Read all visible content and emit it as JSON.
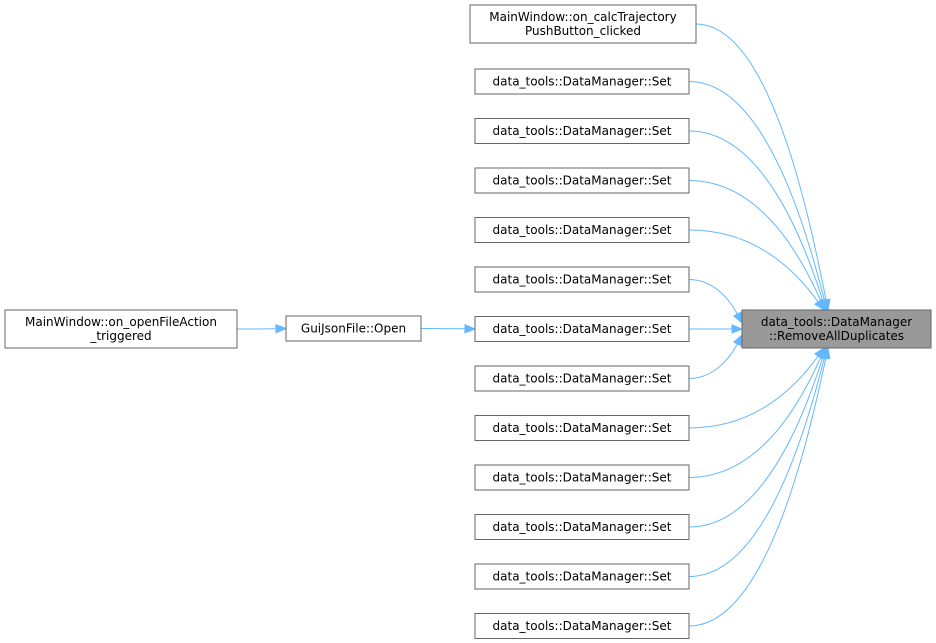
{
  "diagram": {
    "nodes": [
      {
        "id": "on_open",
        "lines": [
          "MainWindow::on_openFileAction",
          "_triggered"
        ]
      },
      {
        "id": "gui_open",
        "lines": [
          "GuiJsonFile::Open"
        ]
      },
      {
        "id": "calc",
        "lines": [
          "MainWindow::on_calcTrajectory",
          "PushButton_clicked"
        ]
      },
      {
        "id": "set1",
        "lines": [
          "data_tools::DataManager::Set"
        ]
      },
      {
        "id": "set2",
        "lines": [
          "data_tools::DataManager::Set"
        ]
      },
      {
        "id": "set3",
        "lines": [
          "data_tools::DataManager::Set"
        ]
      },
      {
        "id": "set4",
        "lines": [
          "data_tools::DataManager::Set"
        ]
      },
      {
        "id": "set5",
        "lines": [
          "data_tools::DataManager::Set"
        ]
      },
      {
        "id": "set6",
        "lines": [
          "data_tools::DataManager::Set"
        ]
      },
      {
        "id": "set7",
        "lines": [
          "data_tools::DataManager::Set"
        ]
      },
      {
        "id": "set8",
        "lines": [
          "data_tools::DataManager::Set"
        ]
      },
      {
        "id": "set9",
        "lines": [
          "data_tools::DataManager::Set"
        ]
      },
      {
        "id": "set10",
        "lines": [
          "data_tools::DataManager::Set"
        ]
      },
      {
        "id": "set11",
        "lines": [
          "data_tools::DataManager::Set"
        ]
      },
      {
        "id": "set12",
        "lines": [
          "data_tools::DataManager::Set"
        ]
      },
      {
        "id": "target",
        "lines": [
          "data_tools::DataManager",
          "::RemoveAllDuplicates"
        ]
      }
    ],
    "edges": [
      {
        "from": "on_open",
        "to": "gui_open"
      },
      {
        "from": "gui_open",
        "to": "set6"
      },
      {
        "from": "calc",
        "to": "target"
      },
      {
        "from": "set1",
        "to": "target"
      },
      {
        "from": "set2",
        "to": "target"
      },
      {
        "from": "set3",
        "to": "target"
      },
      {
        "from": "set4",
        "to": "target"
      },
      {
        "from": "set5",
        "to": "target"
      },
      {
        "from": "set6",
        "to": "target"
      },
      {
        "from": "set7",
        "to": "target"
      },
      {
        "from": "set8",
        "to": "target"
      },
      {
        "from": "set9",
        "to": "target"
      },
      {
        "from": "set10",
        "to": "target"
      },
      {
        "from": "set11",
        "to": "target"
      },
      {
        "from": "set12",
        "to": "target"
      }
    ],
    "colors": {
      "edge": "#63b8ff",
      "node_border": "#666666",
      "node_fill": "#ffffff",
      "target_fill": "#999999"
    }
  }
}
